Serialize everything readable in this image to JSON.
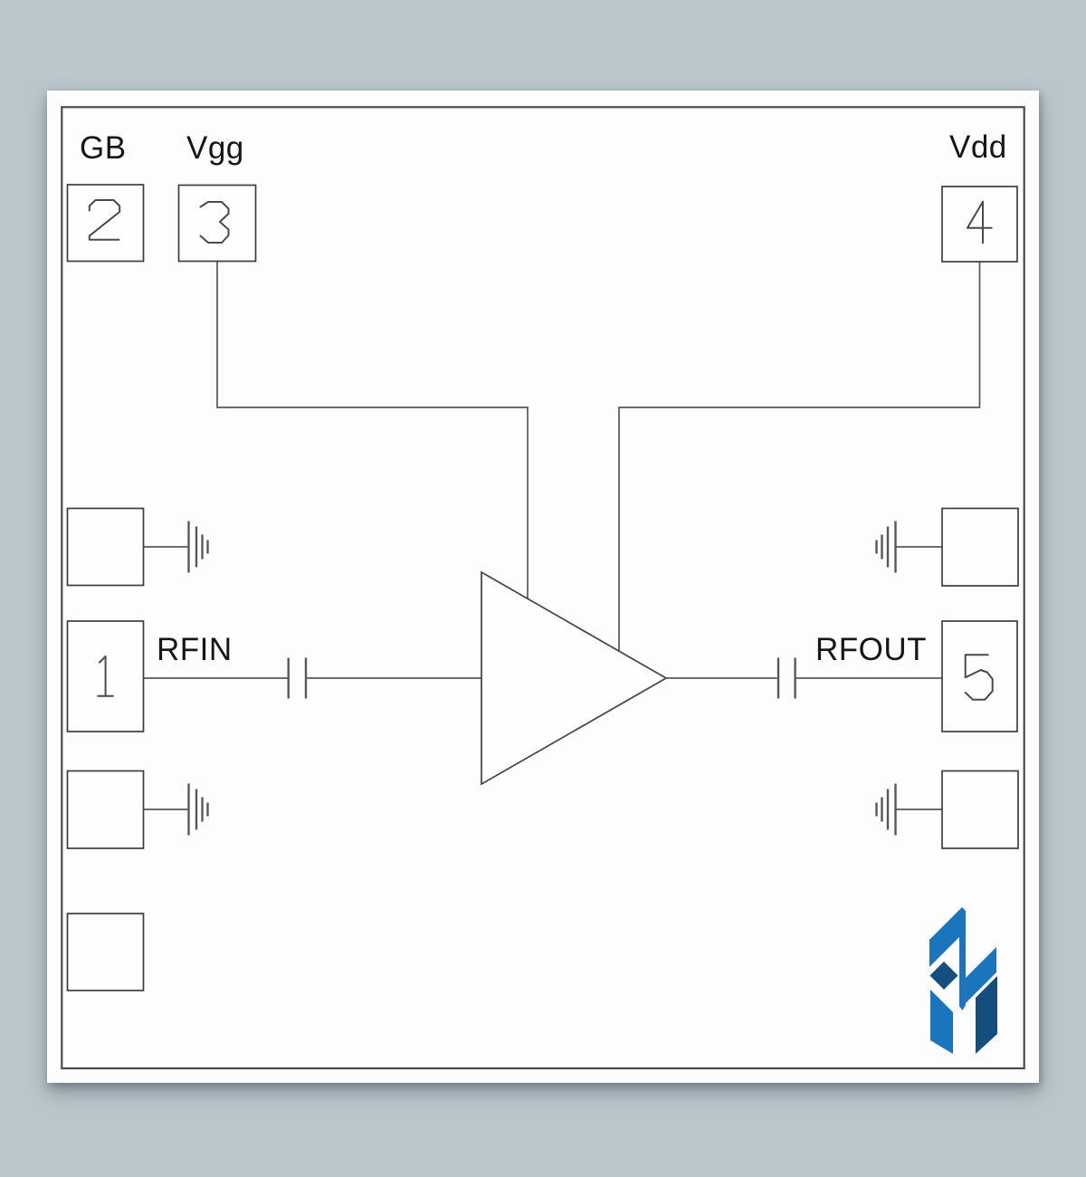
{
  "canvas": {
    "background": "#bbc5cc",
    "sheet_background": "#fdfdfe"
  },
  "drawing": {
    "frame_color": "#4a4a4a",
    "line_color": "#585858",
    "pad_border_color": "#3d3d3d",
    "digit_color": "#4a4a4a",
    "text_color": "#161616",
    "labels": {
      "gb": "GB",
      "vgg": "Vgg",
      "vdd": "Vdd",
      "rfin": "RFIN",
      "rfout": "RFOUT"
    },
    "pins": [
      {
        "number": "1",
        "label": "RFIN"
      },
      {
        "number": "2",
        "label": "GB"
      },
      {
        "number": "3",
        "label": "Vgg"
      },
      {
        "number": "4",
        "label": "Vdd"
      },
      {
        "number": "5",
        "label": "RFOUT"
      }
    ]
  },
  "logo": {
    "colors": {
      "light": "#1b75bc",
      "dark": "#134e7d"
    }
  }
}
